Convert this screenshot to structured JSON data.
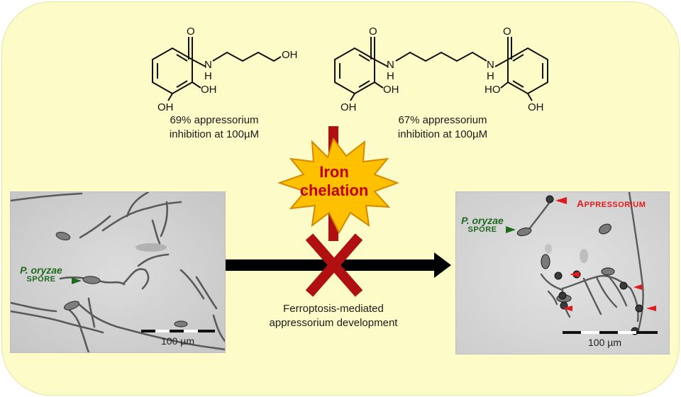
{
  "compound1": {
    "atoms": {
      "o": "O",
      "nh_n": "N",
      "nh_h": "H",
      "oh_chain": "OH",
      "oh_ring1": "OH",
      "oh_ring2": "OH"
    },
    "caption_line1": "69% appressorium",
    "caption_line2": "inhibition at 100µM"
  },
  "compound2": {
    "atoms": {
      "o_left": "O",
      "o_right": "O",
      "nh_left_n": "N",
      "nh_left_h": "H",
      "nh_right_n": "N",
      "nh_right_h": "H",
      "oh_left1": "OH",
      "oh_left2": "OH",
      "oh_right1": "HO",
      "oh_right2": "OH"
    },
    "caption_line1": "67% appressorium",
    "caption_line2": "inhibition at 100µM"
  },
  "burst": {
    "line1": "Iron",
    "line2": "chelation"
  },
  "process": {
    "line1": "Ferroptosis-mediated",
    "line2": "appressorium development"
  },
  "left_image": {
    "species": "P. oryzae",
    "spore_label": "SPORE",
    "scale": "100 µm"
  },
  "right_image": {
    "species": "P. oryzae",
    "spore_label": "SPORE",
    "appressorium_first": "A",
    "appressorium_rest": "PPRESSORIUM",
    "scale": "100 µm"
  },
  "colors": {
    "panel": "#fdfbc8",
    "burst_fill": "#ffc000",
    "burst_text": "#c00000",
    "inhibit": "#b01010",
    "arrow": "#000000",
    "spore_label": "#1e6b1e",
    "appressorium_label": "#e01b1b"
  }
}
